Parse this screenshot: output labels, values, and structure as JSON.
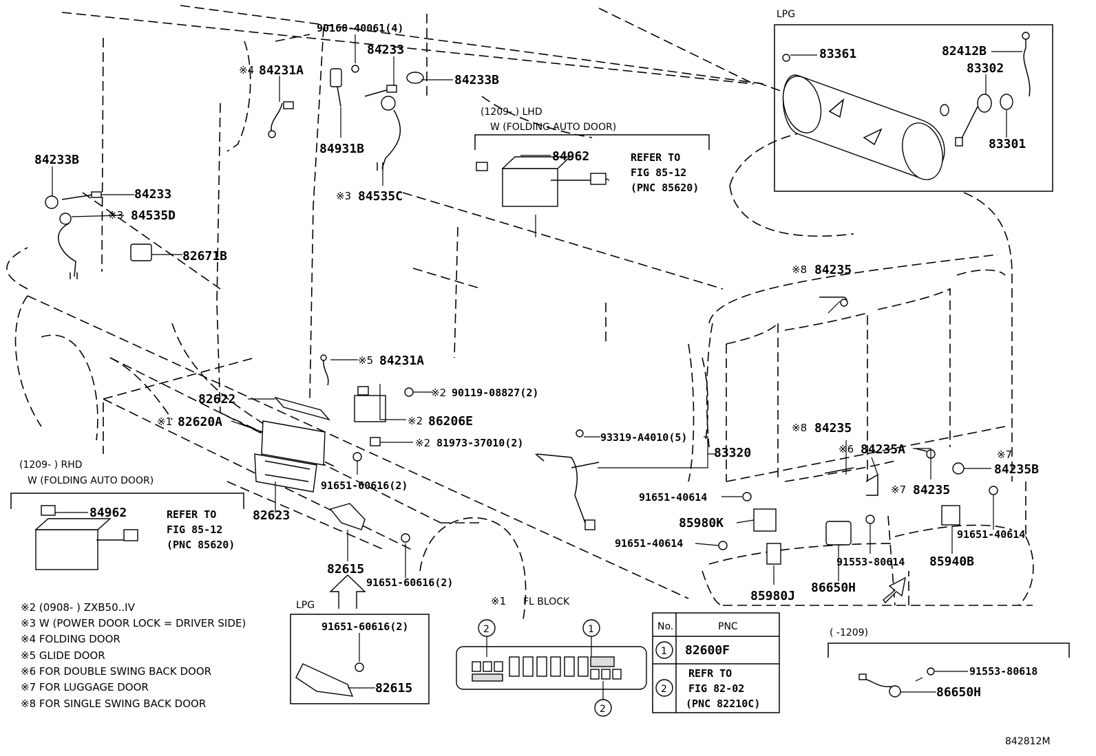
{
  "diagram_id": "842812M",
  "callouts": {
    "p90168": "90168-40061(4)",
    "p84233_top": "84233",
    "p84233B_top": "84233B",
    "p84231A_top": "84231A",
    "p84231A_top_mark": "※4",
    "p84931B": "84931B",
    "p84535C": "84535C",
    "p84535C_mark": "※3",
    "p84233B_left": "84233B",
    "p84233_left": "84233",
    "p84535D": "84535D",
    "p84535D_mark": "※3",
    "p82671B": "82671B",
    "p84231A_mid": "84231A",
    "p84231A_mid_mark": "※5",
    "p90119": "90119-08827(2)",
    "p90119_mark": "※2",
    "p82622": "82622",
    "p82620A": "82620A",
    "p82620A_mark": "※1",
    "p86206E": "86206E",
    "p86206E_mark": "※2",
    "p81973": "81973-37010(2)",
    "p81973_mark": "※2",
    "p91651_60616_a": "91651-60616(2)",
    "p82623": "82623",
    "p82615": "82615",
    "p91651_60616_b": "91651-60616(2)",
    "p93319": "93319-A4010(5)",
    "p83320": "83320",
    "p91651_40614_a": "91651-40614",
    "p85980K": "85980K",
    "p91651_40614_b": "91651-40614",
    "p85980J": "85980J",
    "p84235_top": "84235",
    "p84235_top_mark": "※8",
    "p84235_mid": "84235",
    "p84235_mid_mark": "※8",
    "p84235A": "84235A",
    "p84235A_mark": "※6",
    "p84235_low": "84235",
    "p84235_low_mark": "※7",
    "p84235B": "84235B",
    "p84235B_mark": "※7",
    "p91651_40614_c": "91651-40614",
    "p85940B": "85940B",
    "p91553_80614": "91553-80614",
    "p86650H": "86650H"
  },
  "lhd_box": {
    "header_line1": "(1209-      ) LHD",
    "header_line2": "W (FOLDING AUTO DOOR)",
    "part": "84962",
    "refer_line1": "REFER TO",
    "refer_line2": "FIG 85-12",
    "refer_line3": "(PNC 85620)"
  },
  "rhd_box": {
    "header_line1": "(1209-      ) RHD",
    "header_line2": "W (FOLDING AUTO DOOR)",
    "part": "84962",
    "refer_line1": "REFER TO",
    "refer_line2": "FIG 85-12",
    "refer_line3": "(PNC 85620)"
  },
  "lpg_top": {
    "title": "LPG",
    "parts": [
      "83361",
      "82412B",
      "83302",
      "83301"
    ]
  },
  "lpg_bottom": {
    "title": "LPG",
    "bolt": "91651-60616(2)",
    "bracket": "82615"
  },
  "fl_block": {
    "mark": "※1",
    "title": "FL BLOCK",
    "marker_1": "1",
    "marker_2": "2"
  },
  "pnc_table": {
    "col_no": "No.",
    "col_pnc": "PNC",
    "row1_no": "1",
    "row1_pnc": "82600F",
    "row2_no": "2",
    "row2_line1": "REFR TO",
    "row2_line2": "FIG 82-02",
    "row2_line3": "(PNC 82210C)"
  },
  "inset_1209": {
    "header": "(      -1209)",
    "nut": "91553-80618",
    "part": "86650H"
  },
  "notes": [
    "※2 (0908-        ) ZXB50..IV",
    "※3 W (POWER DOOR LOCK = DRIVER SIDE)",
    "※4  FOLDING DOOR",
    "※5  GLIDE DOOR",
    "※6  FOR DOUBLE SWING BACK DOOR",
    "※7  FOR LUGGAGE DOOR",
    "※8  FOR SINGLE SWING BACK DOOR"
  ]
}
